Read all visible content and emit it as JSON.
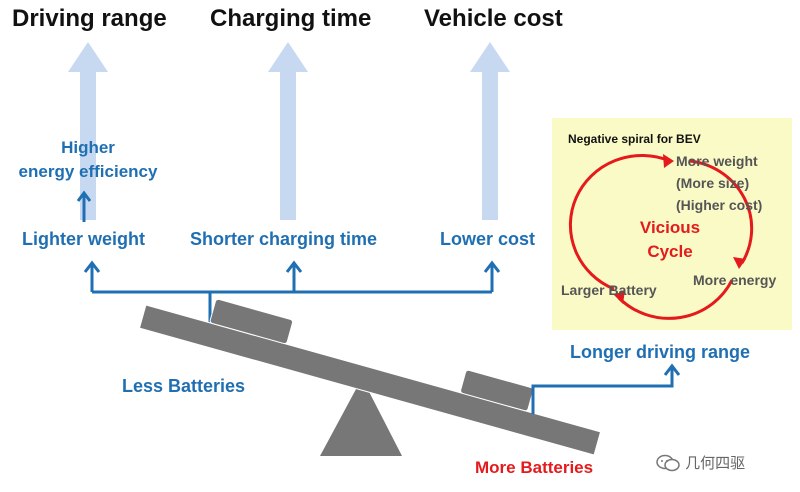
{
  "titles": {
    "driving_range": "Driving range",
    "charging_time": "Charging time",
    "vehicle_cost": "Vehicle cost"
  },
  "higher_efficiency": {
    "line1": "Higher",
    "line2": "energy efficiency"
  },
  "benefits": {
    "lighter_weight": "Lighter weight",
    "shorter_charging": "Shorter charging time",
    "lower_cost": "Lower cost"
  },
  "seesaw": {
    "less_batteries": "Less Batteries",
    "more_batteries": "More Batteries",
    "longer_range": "Longer driving range"
  },
  "spiral": {
    "title": "Negative spiral for BEV",
    "more_weight": "More weight",
    "more_size": "(More size)",
    "higher_cost": "(Higher cost)",
    "more_energy": "More energy",
    "larger_battery": "Larger Battery",
    "vicious_line1": "Vicious",
    "vicious_line2": "Cycle"
  },
  "watermark": "几何四驱",
  "colors": {
    "blue": "#1f6fb2",
    "light_blue_arrow": "#c6d9f0",
    "red": "#e41a1c",
    "gray": "#777777",
    "panel_bg": "#fafac6"
  }
}
